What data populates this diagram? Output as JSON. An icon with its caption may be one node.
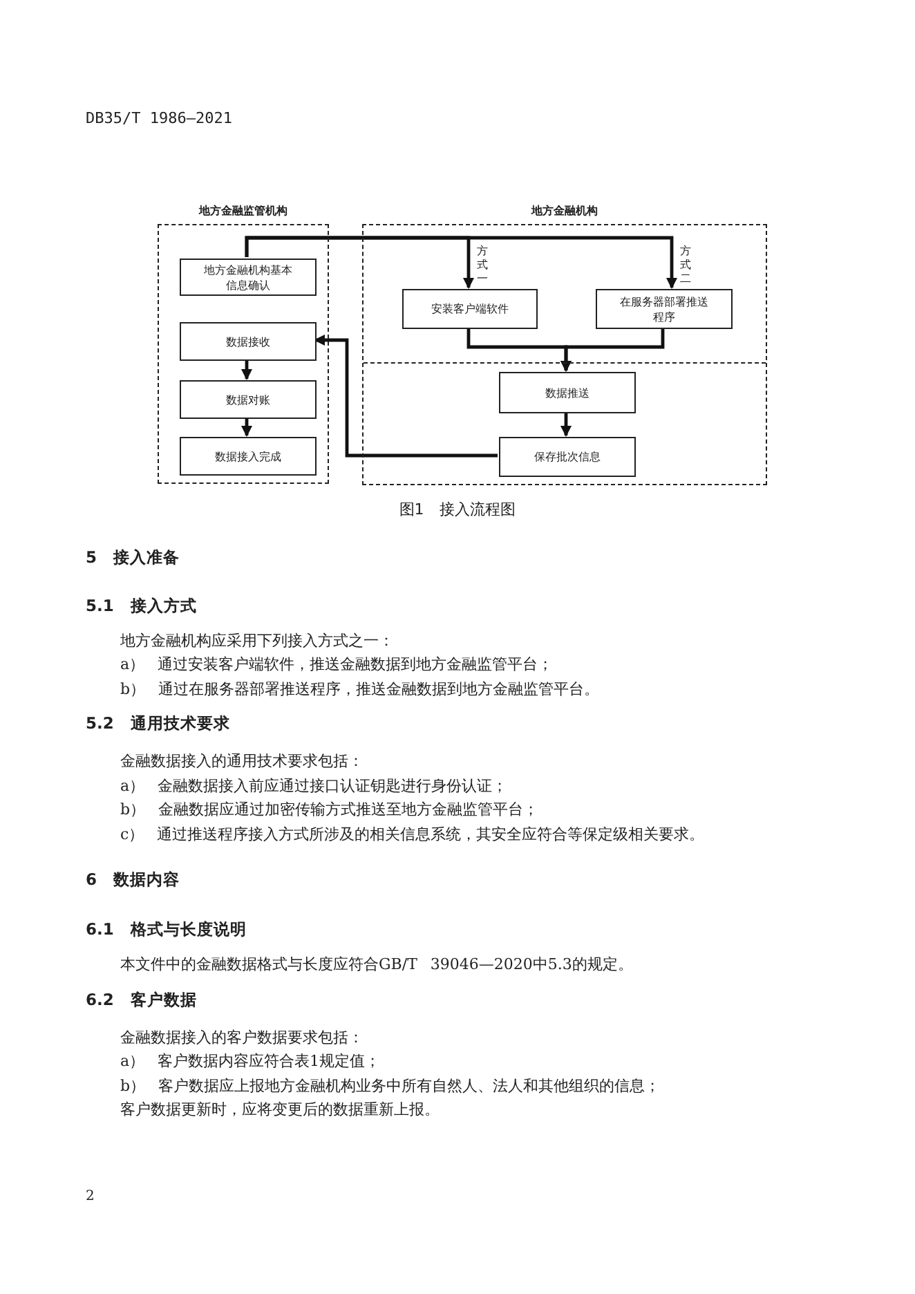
{
  "diagram": {
    "caption": "图1 接入流程图",
    "nodes": [
      {
        "text": [
          "地方金融监管机构"
        ]
      },
      {
        "text": [
          "地方金融机构基本信息确认"
        ],
        "in": 0
      },
      {
        "text": [
          "数据接收"
        ],
        "in": 0
      },
      {
        "text": [
          "数据对账"
        ],
        "in": 0
      },
      {
        "text": [
          "数据接入完成"
        ],
        "in": 0
      },
      {
        "text": [
          "地方金融机构"
        ]
      },
      {
        "text": [
          "安装客户端软件"
        ],
        "in": 5
      },
      {
        "text": [
          "在服务器部署推送程序"
        ],
        "in": 5
      },
      {
        "text": [
          "数据推送"
        ],
        "in": 5
      },
      {
        "text": [
          "保存批次信息"
        ],
        "in": 5
      }
    ],
    "edges": [
      {
        "from": 1,
        "to": 6,
        "arrow": "to",
        "label": "方式一"
      },
      {
        "from": 1,
        "to": 7,
        "arrow": "to",
        "label": "方式二"
      },
      {
        "from": 6,
        "to": 8,
        "arrow": "to"
      },
      {
        "from": 7,
        "to": 8,
        "arrow": "to"
      },
      {
        "from": 8,
        "to": 9,
        "arrow": "to"
      },
      {
        "from": 9,
        "to": 2,
        "arrow": "to"
      },
      {
        "from": 2,
        "to": 3,
        "arrow": "to"
      },
      {
        "from": 3,
        "to": 4,
        "arrow": "to"
      }
    ],
    "labels": [
      "DB35/T 1986—2021",
      "5 接入准备",
      "5.1 接入方式",
      "地方金融机构应采用下列接入方式之一：",
      "a） 通过安装客户端软件，推送金融数据到地方金融监管平台；",
      "b） 通过在服务器部署推送程序，推送金融数据到地方金融监管平台。",
      "5.2 通用技术要求",
      "金融数据接入的通用技术要求包括：",
      "a） 金融数据接入前应通过接口认证钥匙进行身份认证；",
      "b） 金融数据应通过加密传输方式推送至地方金融监管平台；",
      "c） 通过推送程序接入方式所涉及的相关信息系统，其安全应符合等保定级相关要求。",
      "6 数据内容",
      "6.1 格式与长度说明",
      "本文件中的金融数据格式与长度应符合GB/T 39046—2020中5.3的规定。",
      "6.2 客户数据",
      "金融数据接入的客户数据要求包括：",
      "a） 客户数据内容应符合表1规定值；",
      "b） 客户数据应上报地方金融机构业务中所有自然人、法人和其他组织的信息；",
      "客户数据更新时，应将变更后的数据重新上报。",
      "2"
    ]
  }
}
